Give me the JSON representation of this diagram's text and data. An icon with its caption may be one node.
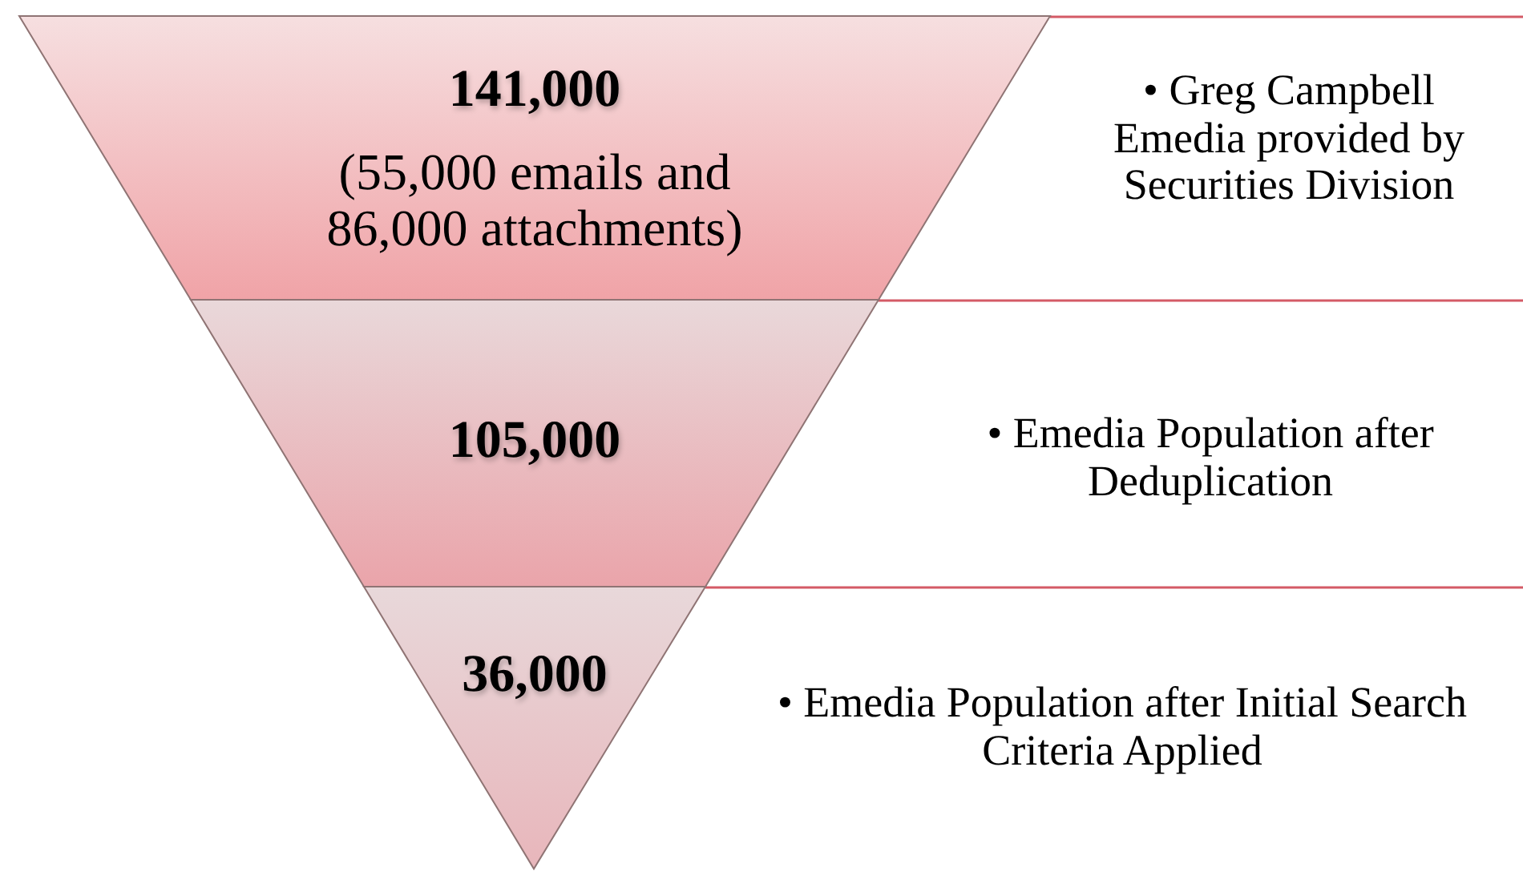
{
  "diagram": {
    "nodes": [
      {
        "text": [
          "141,000",
          "(55,000 emails and 86,000 attachments)"
        ],
        "beside": [
          "• Greg Campbell Emedia provided by Securities Division"
        ]
      },
      {
        "text": [
          "105,000"
        ],
        "beside": [
          "• Emedia Population after Deduplication"
        ]
      },
      {
        "text": [
          "36,000"
        ],
        "beside": [
          "• Emedia Population after Initial Search Criteria Applied"
        ]
      }
    ]
  }
}
